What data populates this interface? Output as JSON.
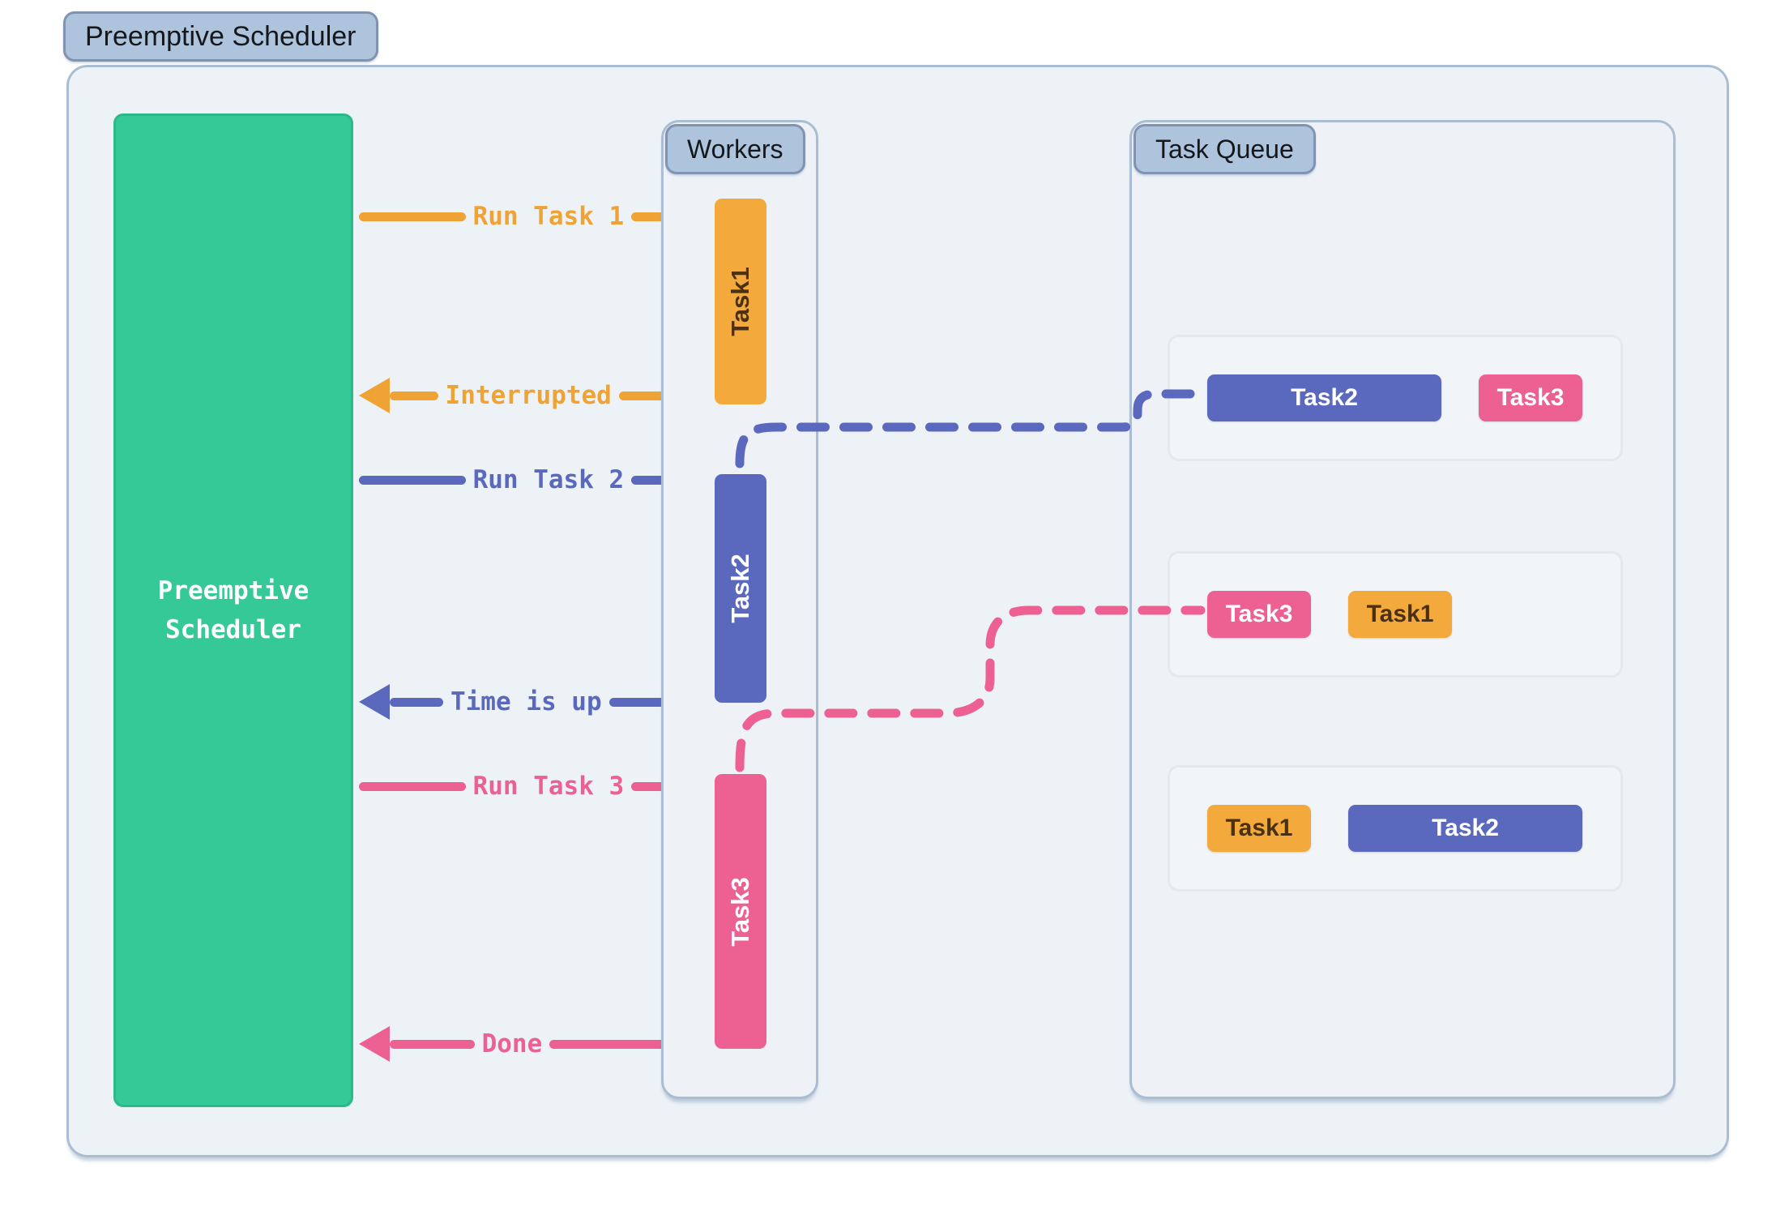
{
  "title": "Preemptive Scheduler",
  "scheduler_box": {
    "line1": "Preemptive",
    "line2": "Scheduler"
  },
  "workers": {
    "label": "Workers",
    "bars": [
      {
        "label": "Task1",
        "color": "orange"
      },
      {
        "label": "Task2",
        "color": "indigo"
      },
      {
        "label": "Task3",
        "color": "pink"
      }
    ]
  },
  "messages": [
    {
      "label": "Run Task 1",
      "direction": "right",
      "color": "orange"
    },
    {
      "label": "Interrupted",
      "direction": "left",
      "color": "orange"
    },
    {
      "label": "Run Task 2",
      "direction": "right",
      "color": "indigo"
    },
    {
      "label": "Time is up",
      "direction": "left",
      "color": "indigo"
    },
    {
      "label": "Run Task 3",
      "direction": "right",
      "color": "pink"
    },
    {
      "label": "Done",
      "direction": "left",
      "color": "pink"
    }
  ],
  "task_queue": {
    "label": "Task Queue",
    "rows": [
      {
        "items": [
          {
            "label": "Task2",
            "color": "indigo",
            "size": "wide"
          },
          {
            "label": "Task3",
            "color": "pink",
            "size": "narrow"
          }
        ]
      },
      {
        "items": [
          {
            "label": "Task3",
            "color": "pink",
            "size": "narrow"
          },
          {
            "label": "Task1",
            "color": "orange",
            "size": "narrow"
          }
        ]
      },
      {
        "items": [
          {
            "label": "Task1",
            "color": "orange",
            "size": "narrow"
          },
          {
            "label": "Task2",
            "color": "indigo",
            "size": "wide"
          }
        ]
      }
    ]
  },
  "connectors": [
    {
      "from": "worker-bar-task2",
      "to": "queue-row-1-task2",
      "style": "dashed",
      "color": "indigo"
    },
    {
      "from": "worker-bar-task3",
      "to": "queue-row-2-task3",
      "style": "dashed",
      "color": "pink"
    }
  ],
  "colors": {
    "green": "#36c998",
    "orange": "#f3a93c",
    "indigo": "#5a69be",
    "pink": "#ec6191",
    "orange_text": "#4a3113",
    "badge_bg": "#aec3dc",
    "badge_border": "#8094b1",
    "panel_bg": "#edf2f7",
    "panel_border": "#aabdd2",
    "row_bg": "#f2f5f8",
    "row_border": "#e6e8eb",
    "page_bg": "#ffffff"
  }
}
